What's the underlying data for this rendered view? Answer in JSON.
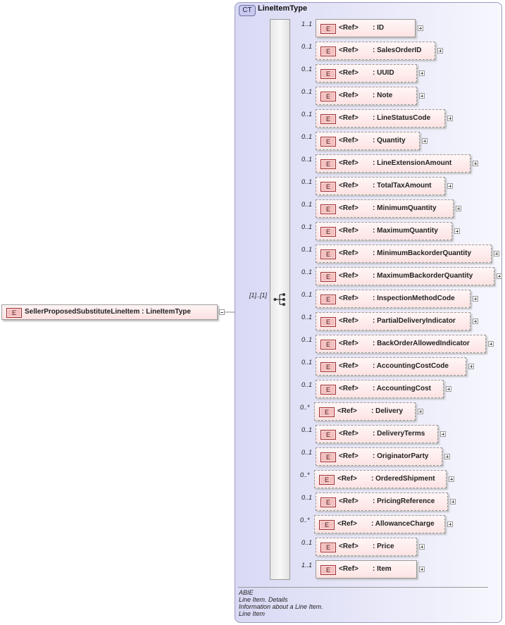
{
  "root_element": {
    "badge": "E",
    "label": "SellerProposedSubstituteLineItem  : LineItemType"
  },
  "complex_type": {
    "badge": "CT",
    "name": "LineItemType"
  },
  "sequence": {
    "cardinality": "[1]..[1]"
  },
  "children": [
    {
      "badge": "E",
      "ref": "<Ref>",
      "name": ": ID",
      "cardinality": "1..1",
      "optional": false
    },
    {
      "badge": "E",
      "ref": "<Ref>",
      "name": ": SalesOrderID",
      "cardinality": "0..1",
      "optional": true
    },
    {
      "badge": "E",
      "ref": "<Ref>",
      "name": ": UUID",
      "cardinality": "0..1",
      "optional": true
    },
    {
      "badge": "E",
      "ref": "<Ref>",
      "name": ": Note",
      "cardinality": "0..1",
      "optional": true
    },
    {
      "badge": "E",
      "ref": "<Ref>",
      "name": ": LineStatusCode",
      "cardinality": "0..1",
      "optional": true
    },
    {
      "badge": "E",
      "ref": "<Ref>",
      "name": ": Quantity",
      "cardinality": "0..1",
      "optional": true
    },
    {
      "badge": "E",
      "ref": "<Ref>",
      "name": ": LineExtensionAmount",
      "cardinality": "0..1",
      "optional": true
    },
    {
      "badge": "E",
      "ref": "<Ref>",
      "name": ": TotalTaxAmount",
      "cardinality": "0..1",
      "optional": true
    },
    {
      "badge": "E",
      "ref": "<Ref>",
      "name": ": MinimumQuantity",
      "cardinality": "0..1",
      "optional": true
    },
    {
      "badge": "E",
      "ref": "<Ref>",
      "name": ": MaximumQuantity",
      "cardinality": "0..1",
      "optional": true
    },
    {
      "badge": "E",
      "ref": "<Ref>",
      "name": ": MinimumBackorderQuantity",
      "cardinality": "0..1",
      "optional": true
    },
    {
      "badge": "E",
      "ref": "<Ref>",
      "name": ": MaximumBackorderQuantity",
      "cardinality": "0..1",
      "optional": true
    },
    {
      "badge": "E",
      "ref": "<Ref>",
      "name": ": InspectionMethodCode",
      "cardinality": "0..1",
      "optional": true
    },
    {
      "badge": "E",
      "ref": "<Ref>",
      "name": ": PartialDeliveryIndicator",
      "cardinality": "0..1",
      "optional": true
    },
    {
      "badge": "E",
      "ref": "<Ref>",
      "name": ": BackOrderAllowedIndicator",
      "cardinality": "0..1",
      "optional": true
    },
    {
      "badge": "E",
      "ref": "<Ref>",
      "name": ": AccountingCostCode",
      "cardinality": "0..1",
      "optional": true
    },
    {
      "badge": "E",
      "ref": "<Ref>",
      "name": ": AccountingCost",
      "cardinality": "0..1",
      "optional": true
    },
    {
      "badge": "E",
      "ref": "<Ref>",
      "name": ": Delivery",
      "cardinality": "0..*",
      "optional": true
    },
    {
      "badge": "E",
      "ref": "<Ref>",
      "name": ": DeliveryTerms",
      "cardinality": "0..1",
      "optional": true
    },
    {
      "badge": "E",
      "ref": "<Ref>",
      "name": ": OriginatorParty",
      "cardinality": "0..1",
      "optional": true
    },
    {
      "badge": "E",
      "ref": "<Ref>",
      "name": ": OrderedShipment",
      "cardinality": "0..*",
      "optional": true
    },
    {
      "badge": "E",
      "ref": "<Ref>",
      "name": ": PricingReference",
      "cardinality": "0..1",
      "optional": true
    },
    {
      "badge": "E",
      "ref": "<Ref>",
      "name": ": AllowanceCharge",
      "cardinality": "0..*",
      "optional": true
    },
    {
      "badge": "E",
      "ref": "<Ref>",
      "name": ": Price",
      "cardinality": "0..1",
      "optional": true
    },
    {
      "badge": "E",
      "ref": "<Ref>",
      "name": ": Item",
      "cardinality": "1..1",
      "optional": false
    }
  ],
  "annotation": {
    "lines": [
      "ABIE",
      "Line Item. Details",
      "Information about a Line Item.",
      "Line Item"
    ]
  }
}
